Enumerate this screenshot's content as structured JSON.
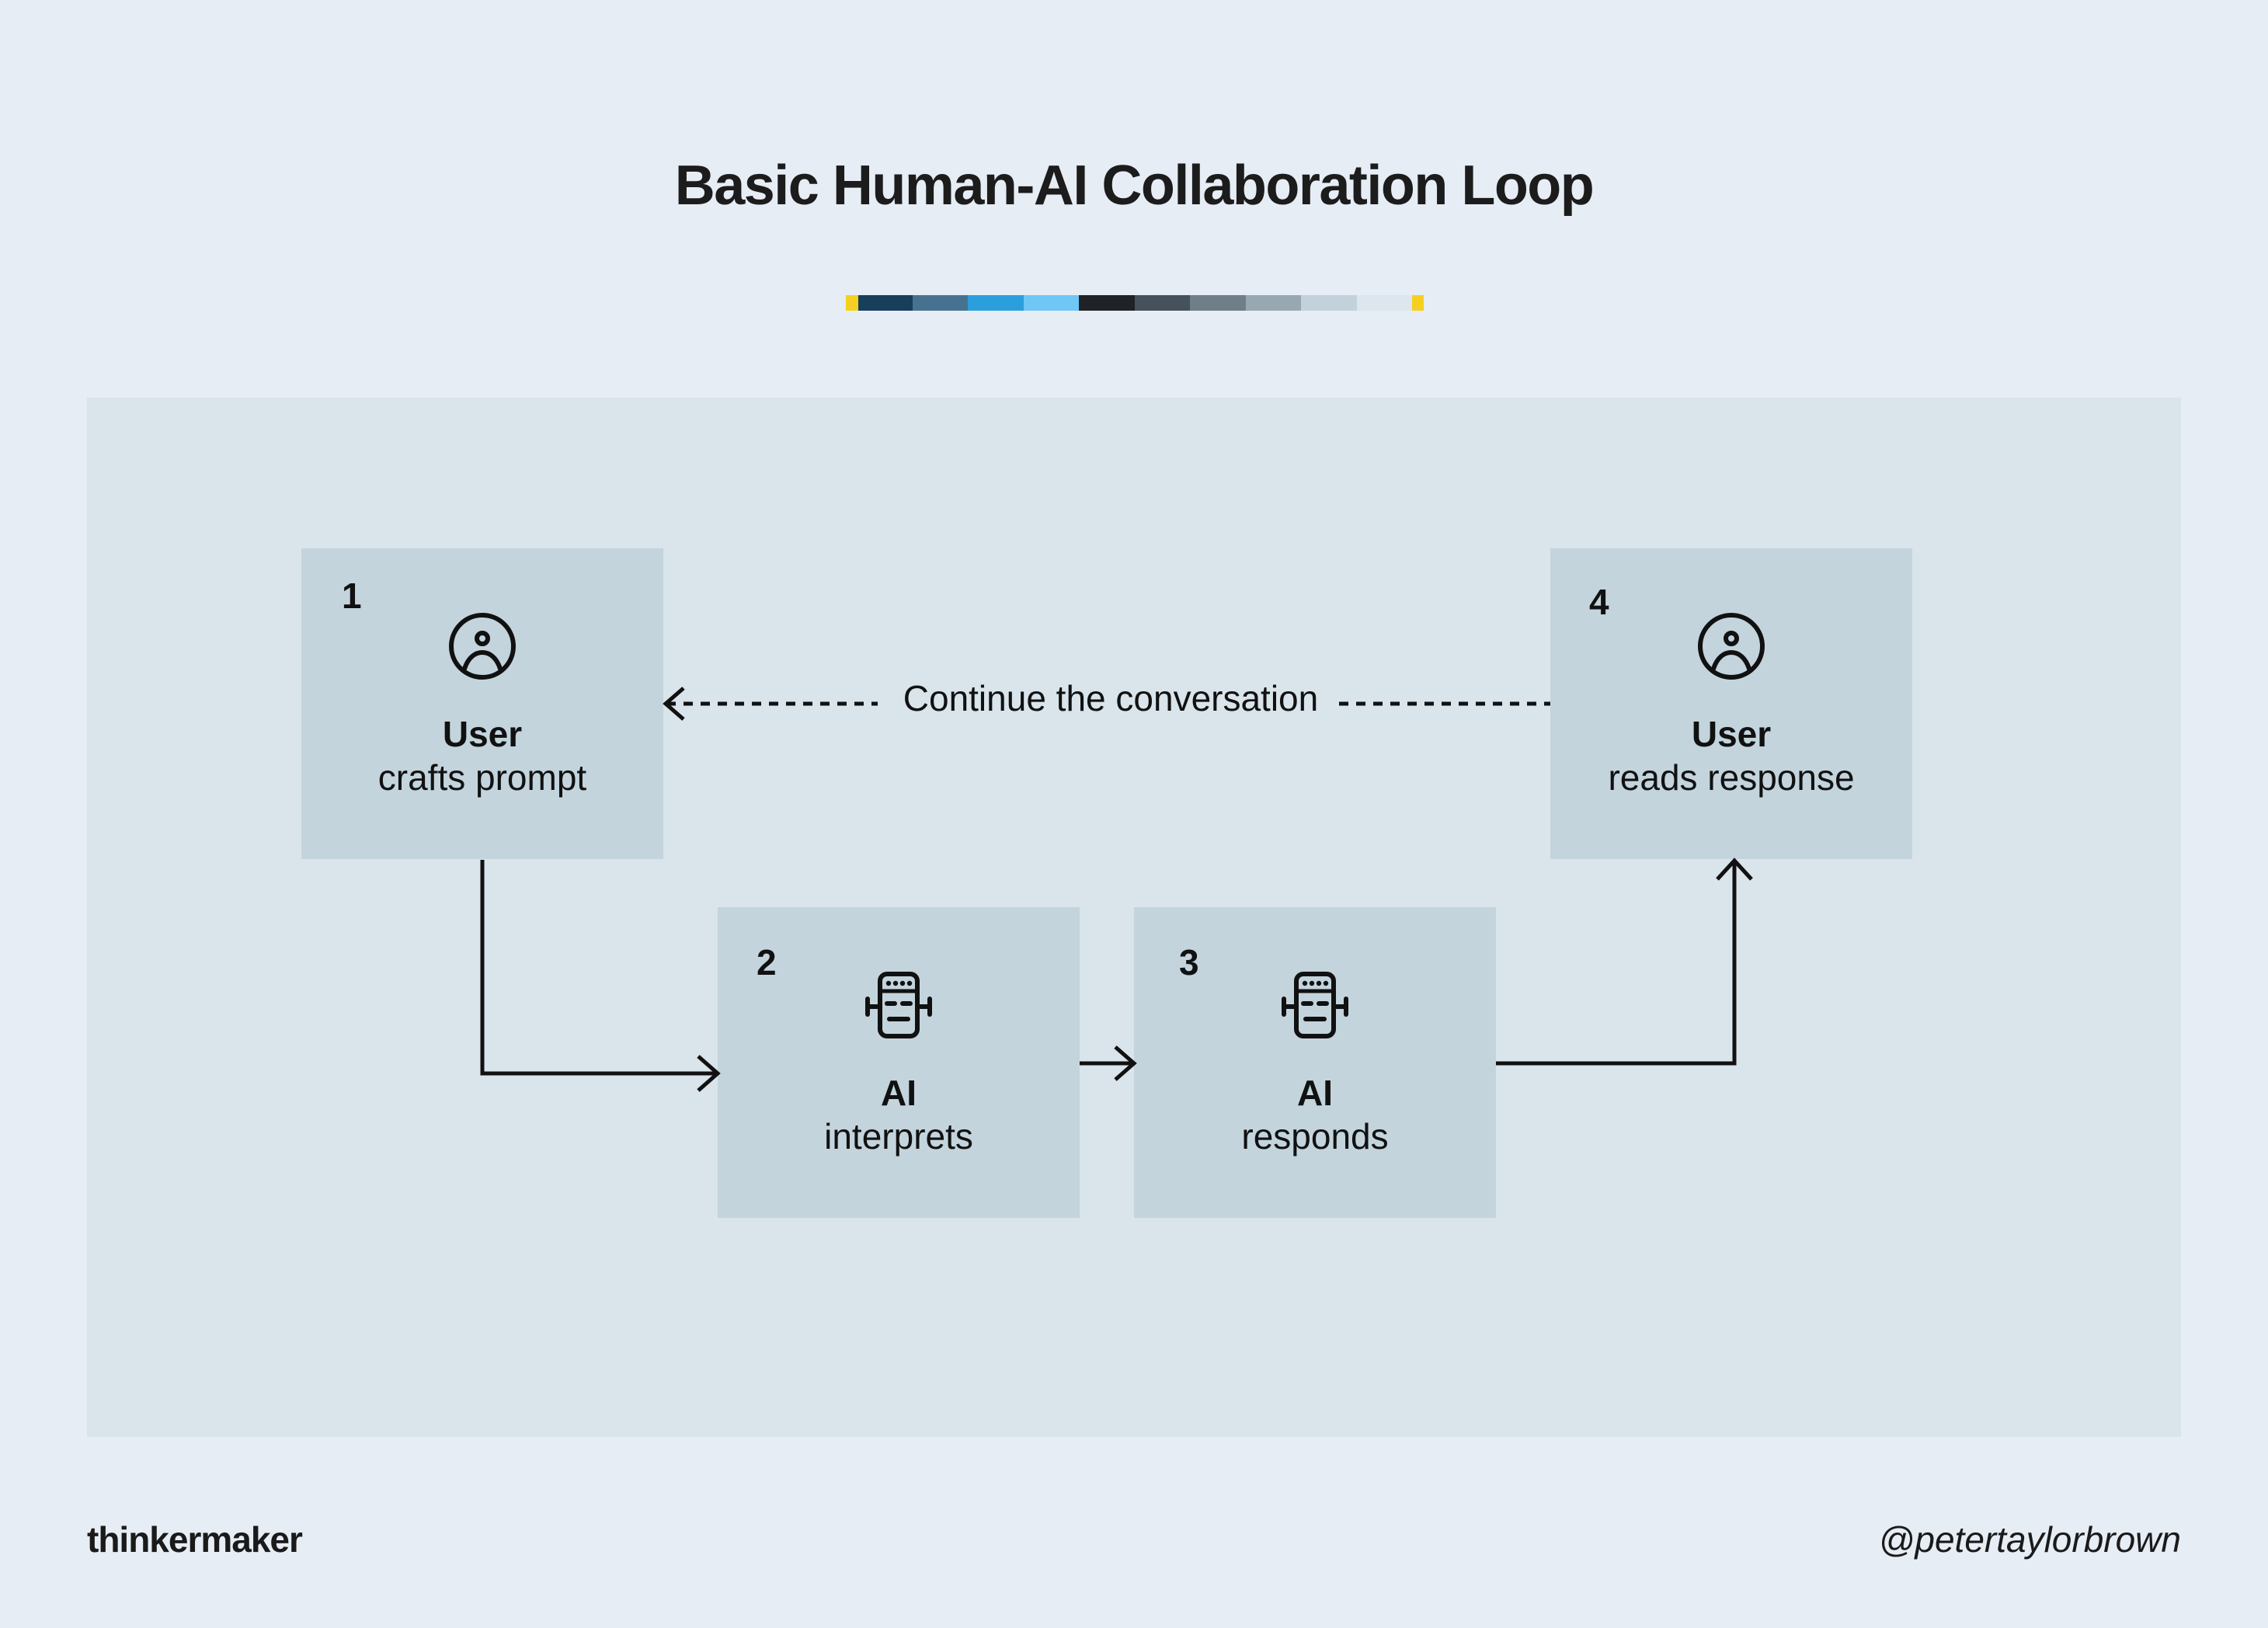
{
  "title": "Basic Human-AI Collaboration Loop",
  "color_bar": [
    "#f5d020",
    "#173f5c",
    "#47728f",
    "#2b9fdc",
    "#6ec7f5",
    "#1f2226",
    "#45525d",
    "#6f7e89",
    "#97a8b3",
    "#c2d1db",
    "#dde6ee",
    "#f5d020"
  ],
  "steps": [
    {
      "number": "1",
      "icon": "user-circle-icon",
      "actor": "User",
      "action": "crafts prompt"
    },
    {
      "number": "2",
      "icon": "robot-icon",
      "actor": "AI",
      "action": "interprets"
    },
    {
      "number": "3",
      "icon": "robot-icon",
      "actor": "AI",
      "action": "responds"
    },
    {
      "number": "4",
      "icon": "user-circle-icon",
      "actor": "User",
      "action": "reads response"
    }
  ],
  "loop_label": "Continue the conversation",
  "footer": {
    "brand": "thinkermaker",
    "handle": "@petertaylorbrown"
  },
  "colors": {
    "background": "#e6edf5",
    "panel": "#d9e4eb",
    "box": "#c3d4dd",
    "ink": "#111111"
  }
}
